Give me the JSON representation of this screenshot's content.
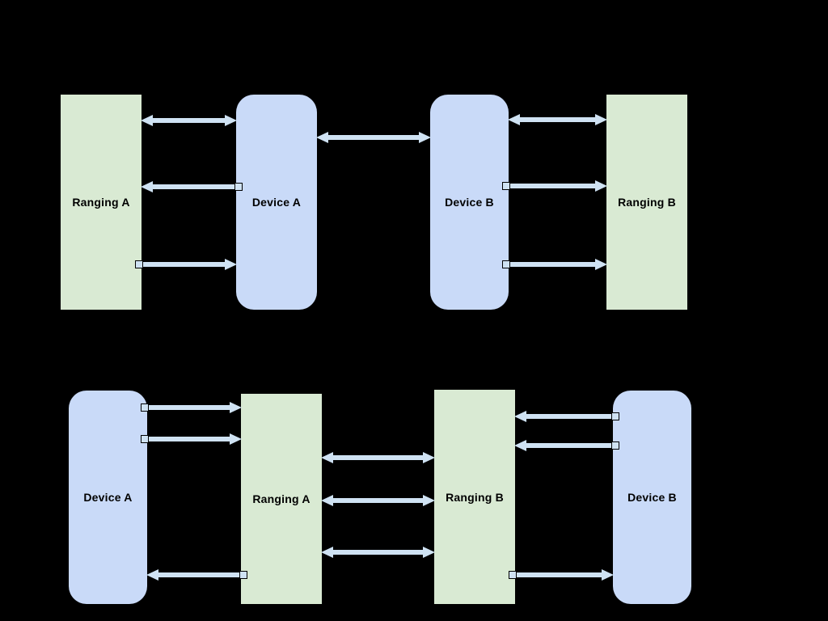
{
  "canvas": {
    "background": "#000000"
  },
  "colors": {
    "ranging_fill": "#d9ead3",
    "device_fill": "#c9daf8",
    "arrow": "#cfe2f3",
    "label_text": "#000000"
  },
  "top_diagram": {
    "nodes": [
      {
        "id": "ranging-a",
        "label": "Ranging A",
        "type": "ranging"
      },
      {
        "id": "device-a",
        "label": "Device A",
        "type": "device"
      },
      {
        "id": "device-b",
        "label": "Device B",
        "type": "device"
      },
      {
        "id": "ranging-b",
        "label": "Ranging B",
        "type": "ranging"
      }
    ],
    "edges": [
      {
        "from": "ranging-a",
        "to": "device-a",
        "direction": "bidirectional"
      },
      {
        "from": "device-a",
        "to": "ranging-a",
        "direction": "one-way"
      },
      {
        "from": "ranging-a",
        "to": "device-a",
        "direction": "one-way"
      },
      {
        "from": "device-a",
        "to": "device-b",
        "direction": "bidirectional"
      },
      {
        "from": "device-b",
        "to": "ranging-b",
        "direction": "bidirectional"
      },
      {
        "from": "device-b",
        "to": "ranging-b",
        "direction": "one-way"
      },
      {
        "from": "device-b",
        "to": "ranging-b",
        "direction": "one-way"
      }
    ]
  },
  "bottom_diagram": {
    "nodes": [
      {
        "id": "device-a",
        "label": "Device A",
        "type": "device"
      },
      {
        "id": "ranging-a",
        "label": "Ranging A",
        "type": "ranging"
      },
      {
        "id": "ranging-b",
        "label": "Ranging B",
        "type": "ranging"
      },
      {
        "id": "device-b",
        "label": "Device B",
        "type": "device"
      }
    ],
    "edges": [
      {
        "from": "device-a",
        "to": "ranging-a",
        "direction": "one-way"
      },
      {
        "from": "device-a",
        "to": "ranging-a",
        "direction": "one-way"
      },
      {
        "from": "ranging-a",
        "to": "device-a",
        "direction": "one-way"
      },
      {
        "from": "ranging-a",
        "to": "ranging-b",
        "direction": "bidirectional"
      },
      {
        "from": "ranging-a",
        "to": "ranging-b",
        "direction": "bidirectional"
      },
      {
        "from": "ranging-a",
        "to": "ranging-b",
        "direction": "bidirectional"
      },
      {
        "from": "device-b",
        "to": "ranging-b",
        "direction": "one-way"
      },
      {
        "from": "device-b",
        "to": "ranging-b",
        "direction": "one-way"
      },
      {
        "from": "ranging-b",
        "to": "device-b",
        "direction": "one-way"
      }
    ]
  }
}
